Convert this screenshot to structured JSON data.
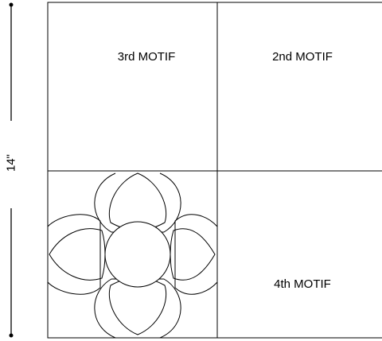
{
  "dimension": {
    "label": "14\""
  },
  "panels": {
    "top_left": {
      "label": "3rd MOTIF"
    },
    "top_right": {
      "label": "2nd MOTIF"
    },
    "bottom_left": {
      "label": ""
    },
    "bottom_right": {
      "label": "4th MOTIF"
    }
  },
  "motif": {
    "type": "flower",
    "petals": 4
  },
  "colors": {
    "ink": "#000000",
    "paper": "#ffffff"
  }
}
